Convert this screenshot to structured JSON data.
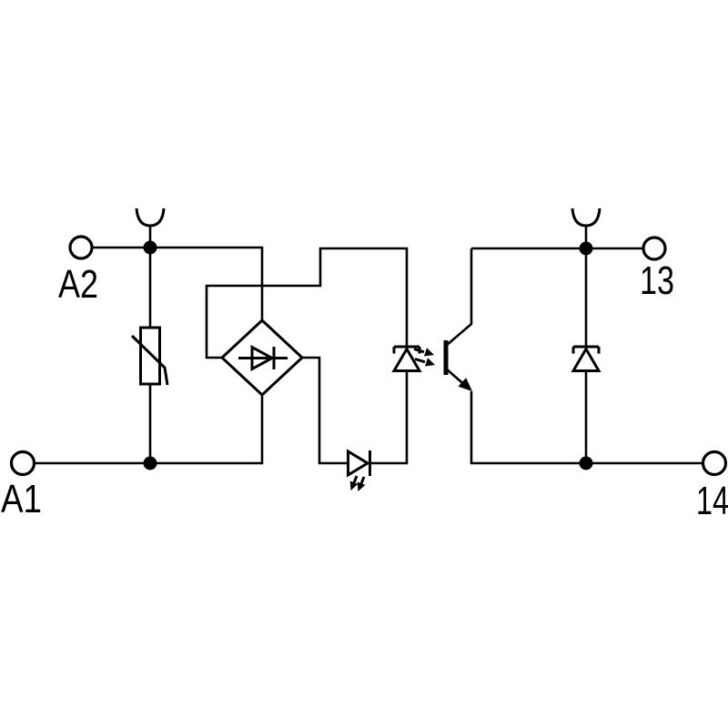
{
  "diagram": {
    "kind": "relay-module-circuit-schematic",
    "background_color": "#ffffff",
    "line_color": "#000000",
    "terminals": {
      "a2": "A2",
      "a1": "A1",
      "t13": "13",
      "t14": "14"
    },
    "components": [
      "socket-contact-left",
      "socket-contact-right",
      "varistor",
      "bridge-rectifier",
      "optocoupler-led",
      "status-led",
      "phototransistor",
      "suppressor-diode"
    ]
  }
}
